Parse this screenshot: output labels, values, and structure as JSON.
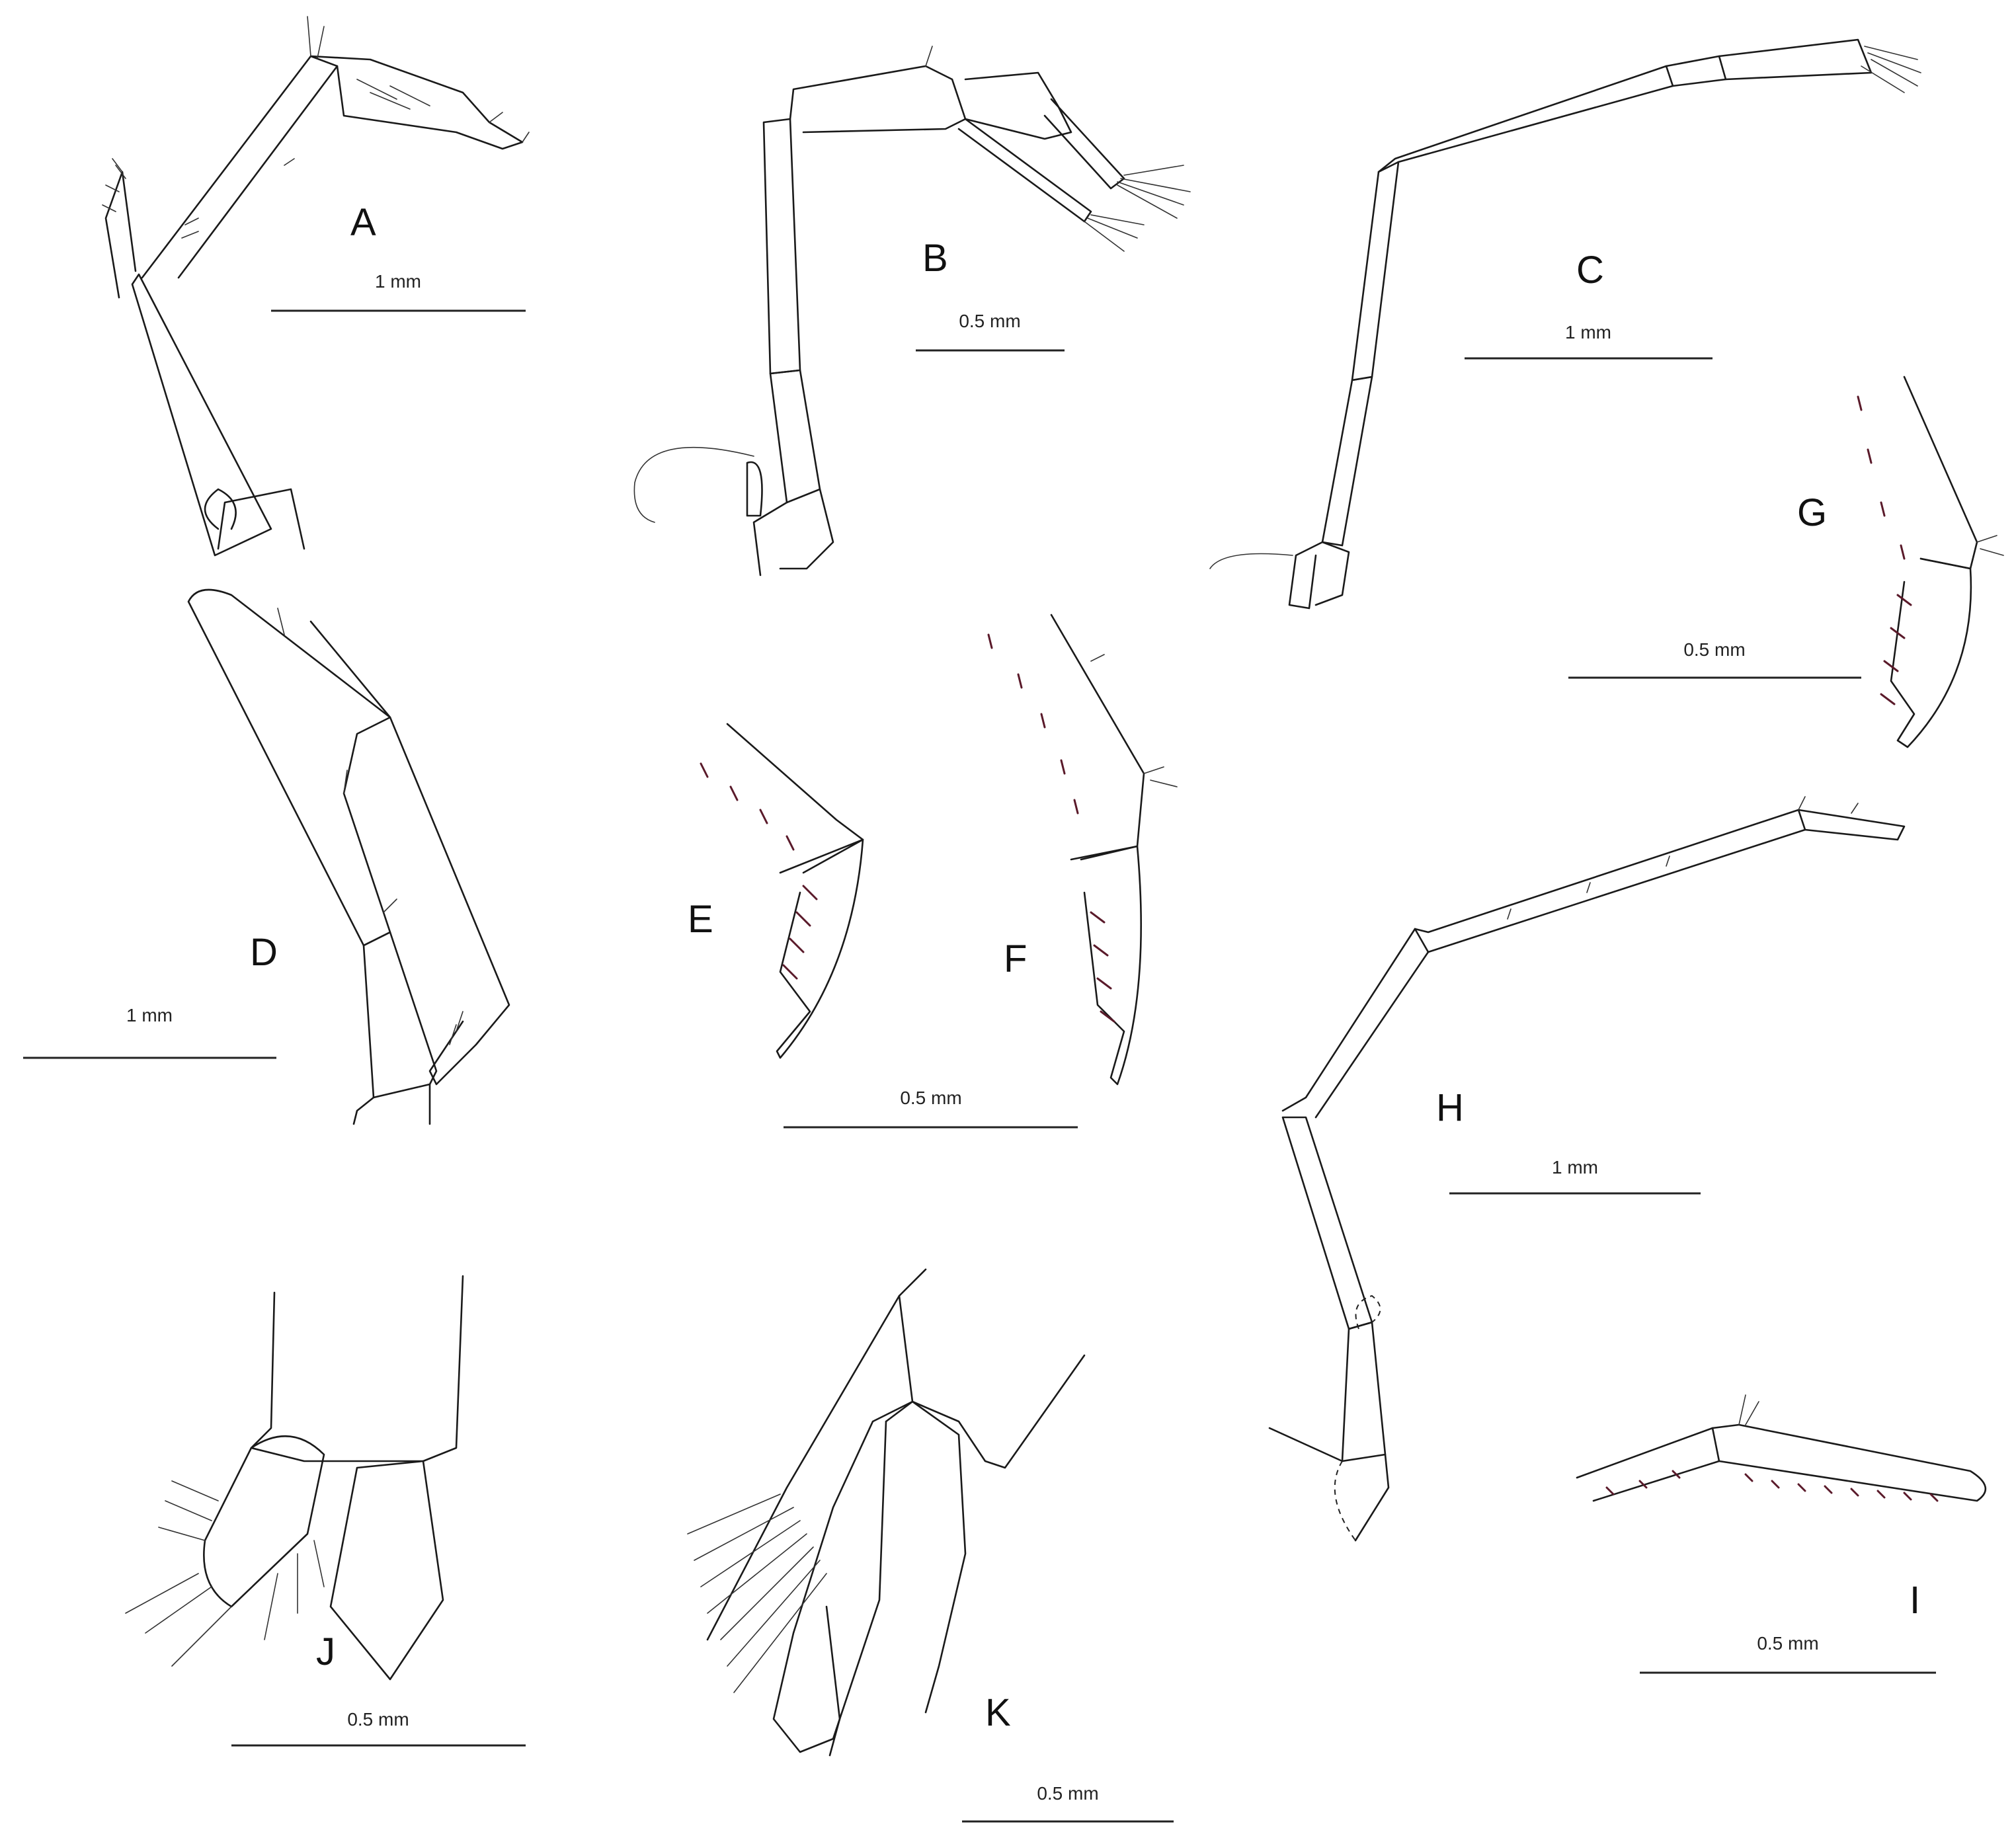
{
  "panels": [
    {
      "id": "A",
      "label": "A",
      "scale": "1 mm"
    },
    {
      "id": "B",
      "label": "B",
      "scale": "0.5 mm"
    },
    {
      "id": "C",
      "label": "C",
      "scale": "1 mm"
    },
    {
      "id": "D",
      "label": "D",
      "scale": "1 mm"
    },
    {
      "id": "E",
      "label": "E",
      "scale": ""
    },
    {
      "id": "F",
      "label": "F",
      "scale": "0.5 mm"
    },
    {
      "id": "G",
      "label": "G",
      "scale": "0.5 mm"
    },
    {
      "id": "H",
      "label": "H",
      "scale": "1 mm"
    },
    {
      "id": "I",
      "label": "I",
      "scale": "0.5 mm"
    },
    {
      "id": "J",
      "label": "J",
      "scale": "0.5 mm"
    },
    {
      "id": "K",
      "label": "K",
      "scale": "0.5 mm"
    }
  ]
}
